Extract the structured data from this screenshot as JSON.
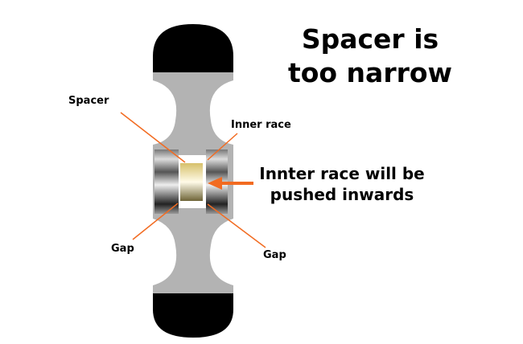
{
  "title": [
    "Spacer is",
    "too narrow"
  ],
  "labels": {
    "spacer": "Spacer",
    "inner_race": "Inner race",
    "gap_left": "Gap",
    "gap_right": "Gap"
  },
  "note": [
    "Innter race will be",
    "pushed inwards"
  ],
  "colors": {
    "arrow": "#f26b21",
    "body": "#b3b3b3",
    "cap": "#000000"
  }
}
